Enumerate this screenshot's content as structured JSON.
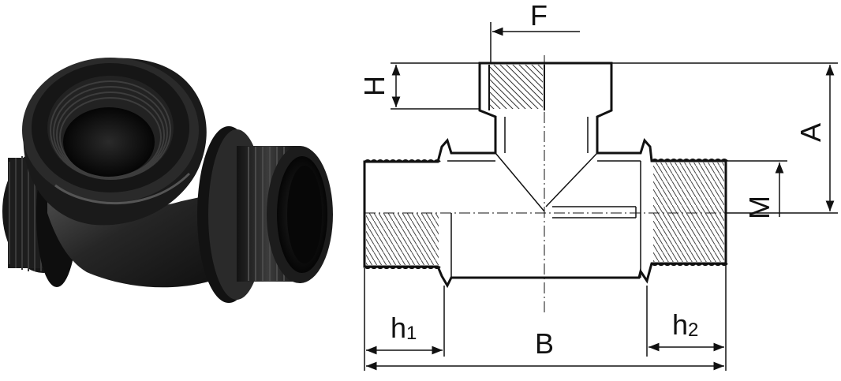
{
  "labels": {
    "F": "F",
    "H": "H",
    "A": "A",
    "M": "M",
    "B": "B",
    "h1_main": "h",
    "h1_sub": "1",
    "h2_main": "h",
    "h2_sub": "2"
  },
  "colors": {
    "line": "#111111",
    "thread": "#222222",
    "fitting_dark": "#151515",
    "fitting_mid": "#2e2e2e",
    "fitting_light": "#5a5a5a"
  },
  "icons": {
    "photo": "pipe-tee-fitting-photo"
  }
}
